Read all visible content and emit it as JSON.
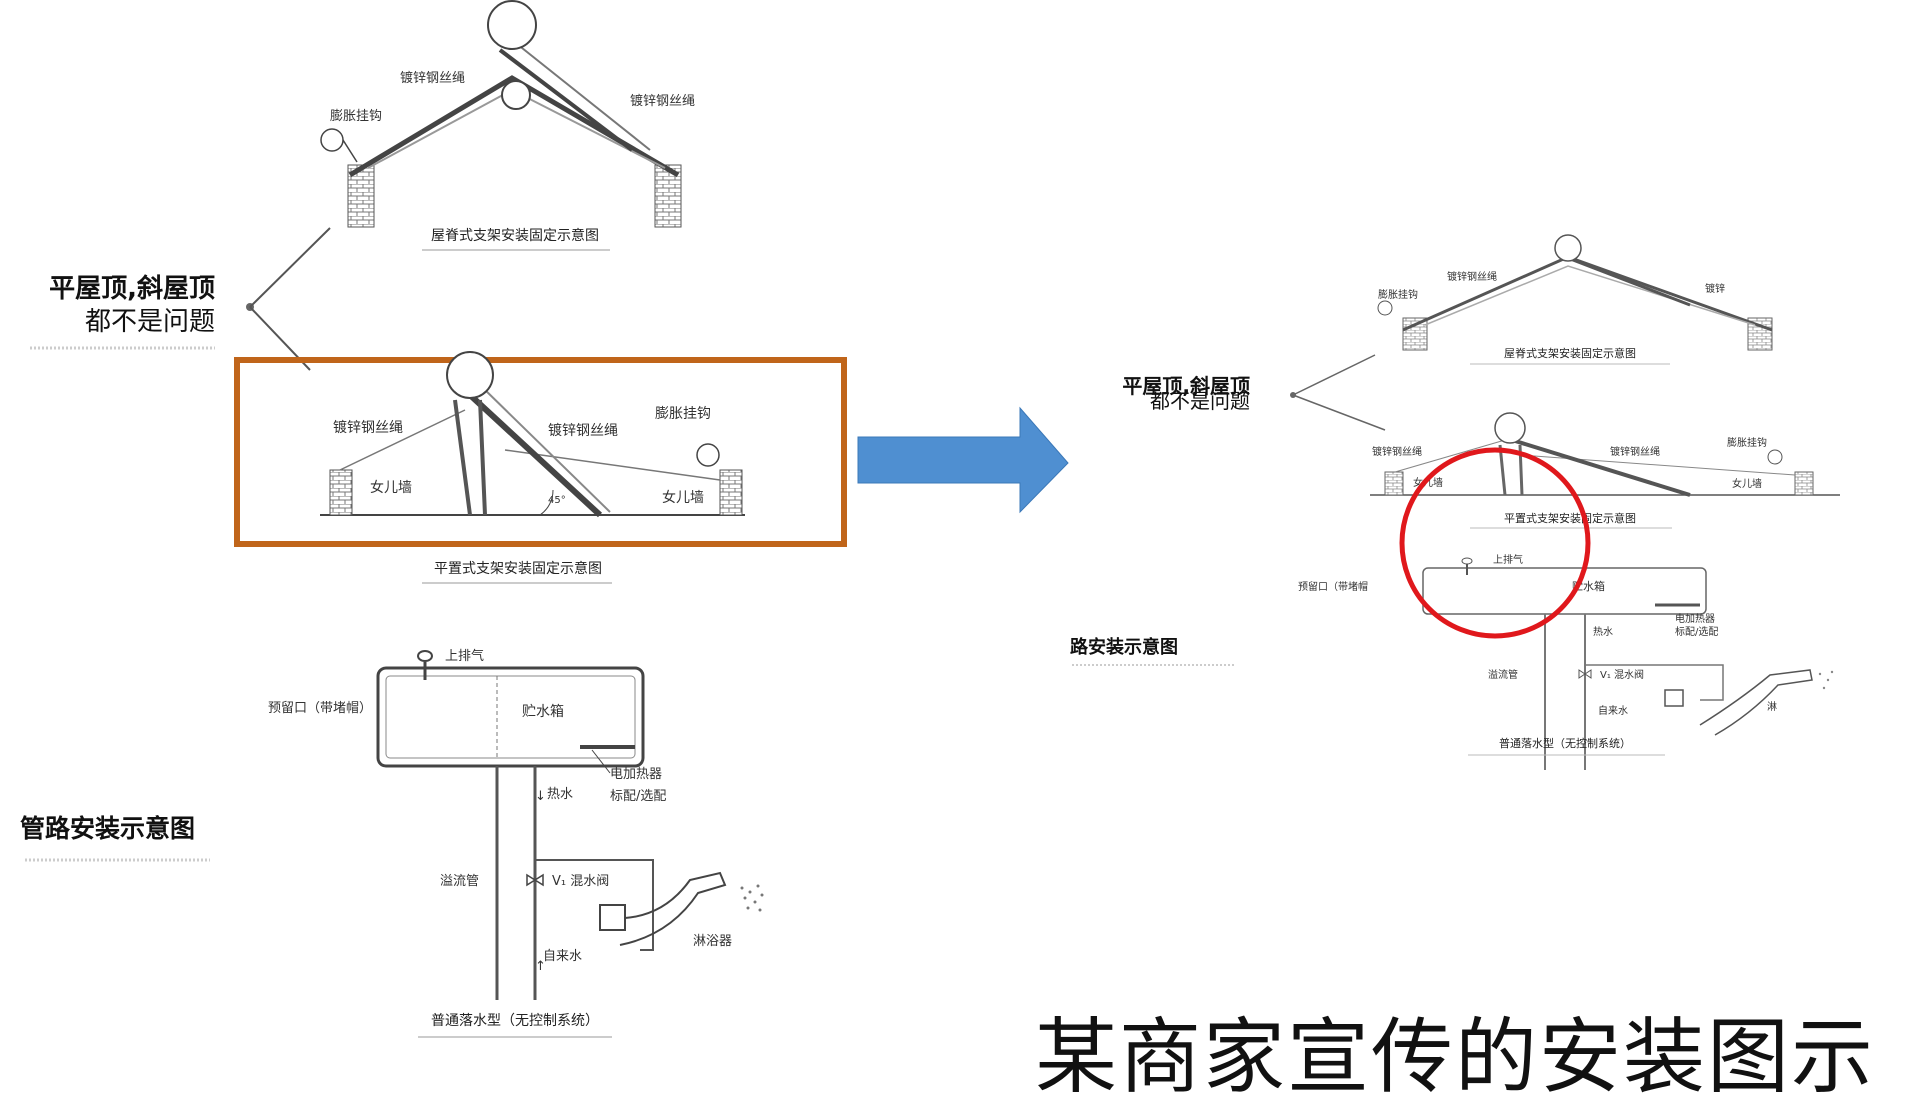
{
  "left": {
    "side_title": "平屋顶,斜屋顶",
    "side_subtitle": "都不是问题",
    "ridge": {
      "rope_left": "镀锌钢丝绳",
      "rope_right": "镀锌钢丝绳",
      "hook": "膨胀挂钩",
      "caption": "屋脊式支架安装固定示意图"
    },
    "flat": {
      "rope_left": "镀锌钢丝绳",
      "rope_mid": "镀锌钢丝绳",
      "hook": "膨胀挂钩",
      "wall_left": "女儿墙",
      "wall_right": "女儿墙",
      "angle": "45°",
      "caption": "平置式支架安装固定示意图"
    },
    "pipe_title": "管路安装示意图",
    "pipe": {
      "vent": "上排气",
      "reserved": "预留口（带堵帽）",
      "tank": "贮水箱",
      "heater": "电加热器",
      "heater_opt": "标配/选配",
      "hot": "热水",
      "overflow": "溢流管",
      "valve": "V₁ 混水阀",
      "cold": "自来水",
      "shower": "淋浴器",
      "caption": "普通落水型（无控制系统）"
    }
  },
  "right": {
    "side_title": "平屋顶,斜屋顶",
    "side_subtitle": "都不是问题",
    "ridge": {
      "rope_left": "镀锌钢丝绳",
      "rope_right": "镀锌",
      "hook": "膨胀挂钩",
      "caption": "屋脊式支架安装固定示意图"
    },
    "flat": {
      "rope_left": "镀锌钢丝绳",
      "rope_mid": "镀锌钢丝绳",
      "hook": "膨胀挂钩",
      "wall_left": "女儿墙",
      "wall_right": "女儿墙",
      "caption": "平置式支架安装固定示意图"
    },
    "pipe_title": "路安装示意图",
    "pipe": {
      "vent": "上排气",
      "reserved": "预留口（带堵帽",
      "tank": "贮水箱",
      "heater": "电加热器",
      "heater_opt": "标配/选配",
      "hot": "热水",
      "overflow": "溢流管",
      "valve": "V₁ 混水阀",
      "cold": "自来水",
      "shower": "淋",
      "caption": "普通落水型（无控制系统）"
    }
  },
  "caption": "某商家宣传的安装图示",
  "colors": {
    "highlight_box": "#c0651a",
    "arrow": "#4f8fd1",
    "circle": "#e0181c"
  }
}
